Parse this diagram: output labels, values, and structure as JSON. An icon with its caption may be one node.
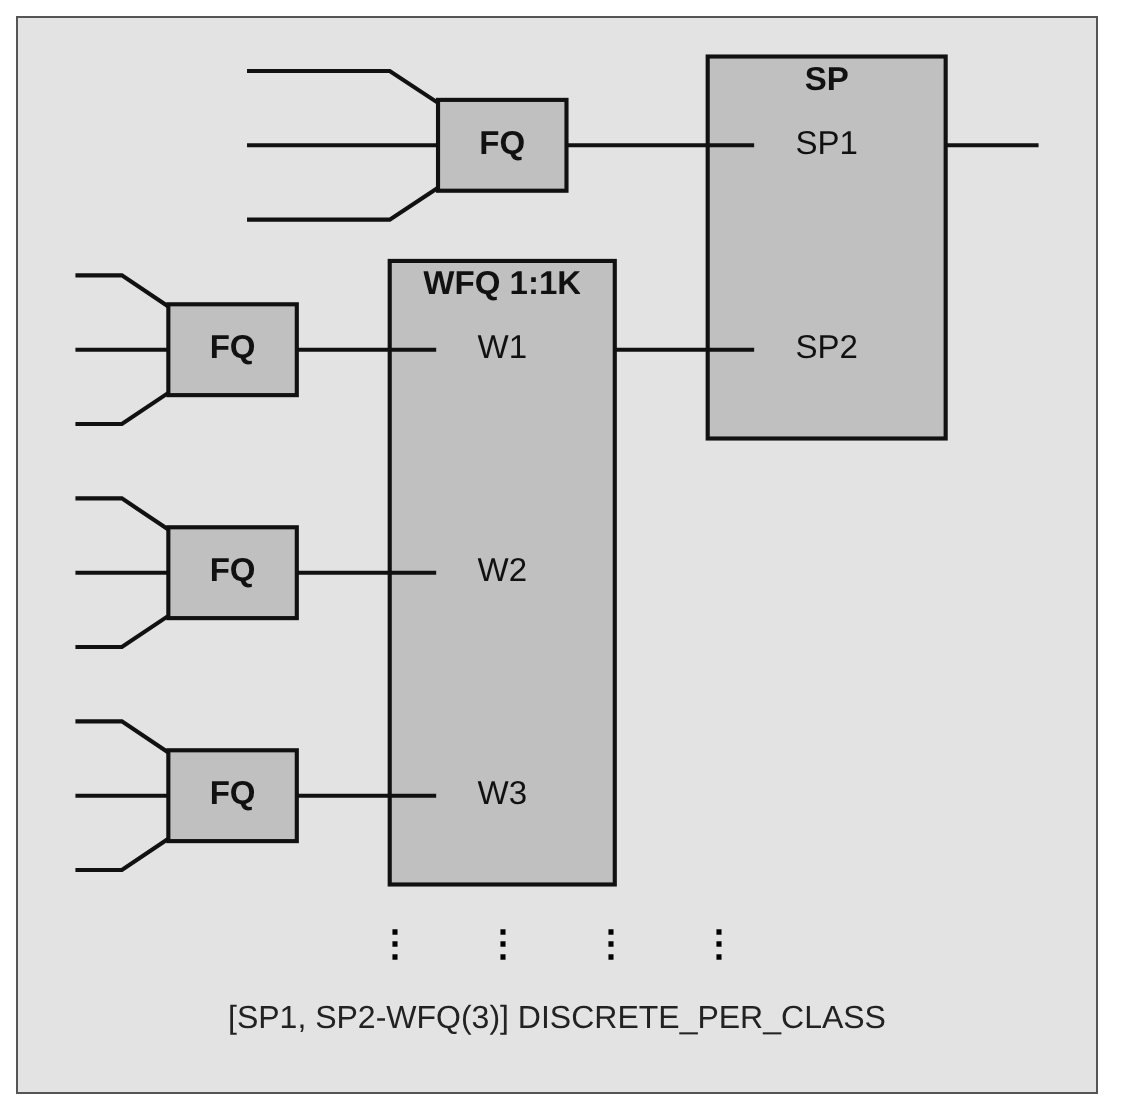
{
  "diagram": {
    "caption": "[SP1, SP2-WFQ(3)]  DISCRETE_PER_CLASS",
    "nodes": [
      {
        "text": [
          "FQ"
        ]
      },
      {
        "text": [
          "SP"
        ]
      },
      {
        "text": [
          "SP1"
        ],
        "in": 1
      },
      {
        "text": [
          "SP2"
        ],
        "in": 1
      },
      {
        "text": [
          "FQ"
        ]
      },
      {
        "text": [
          "WFQ 1:1K"
        ]
      },
      {
        "text": [
          "W1"
        ],
        "in": 5
      },
      {
        "text": [
          "W2"
        ],
        "in": 5
      },
      {
        "text": [
          "W3"
        ],
        "in": 5
      },
      {
        "text": [
          "FQ"
        ]
      },
      {
        "text": [
          "FQ"
        ]
      }
    ],
    "edges": [
      {
        "from": null,
        "to": 0,
        "arrow": "none"
      },
      {
        "from": null,
        "to": 0,
        "arrow": "none"
      },
      {
        "from": null,
        "to": 0,
        "arrow": "none"
      },
      {
        "from": null,
        "to": 4,
        "arrow": "none"
      },
      {
        "from": null,
        "to": 4,
        "arrow": "none"
      },
      {
        "from": null,
        "to": 4,
        "arrow": "none"
      },
      {
        "from": null,
        "to": 9,
        "arrow": "none"
      },
      {
        "from": null,
        "to": 9,
        "arrow": "none"
      },
      {
        "from": null,
        "to": 9,
        "arrow": "none"
      },
      {
        "from": null,
        "to": 10,
        "arrow": "none"
      },
      {
        "from": null,
        "to": 10,
        "arrow": "none"
      },
      {
        "from": null,
        "to": 10,
        "arrow": "none"
      },
      {
        "from": 0,
        "to": 2,
        "arrow": "none"
      },
      {
        "from": 4,
        "to": 6,
        "arrow": "none"
      },
      {
        "from": 9,
        "to": 7,
        "arrow": "none"
      },
      {
        "from": 10,
        "to": 8,
        "arrow": "none"
      },
      {
        "from": 5,
        "to": 3,
        "arrow": "none"
      },
      {
        "from": 1,
        "to": null,
        "arrow": "none"
      }
    ],
    "labels": [
      "⋮",
      "⋮",
      "⋮",
      "⋮"
    ]
  }
}
